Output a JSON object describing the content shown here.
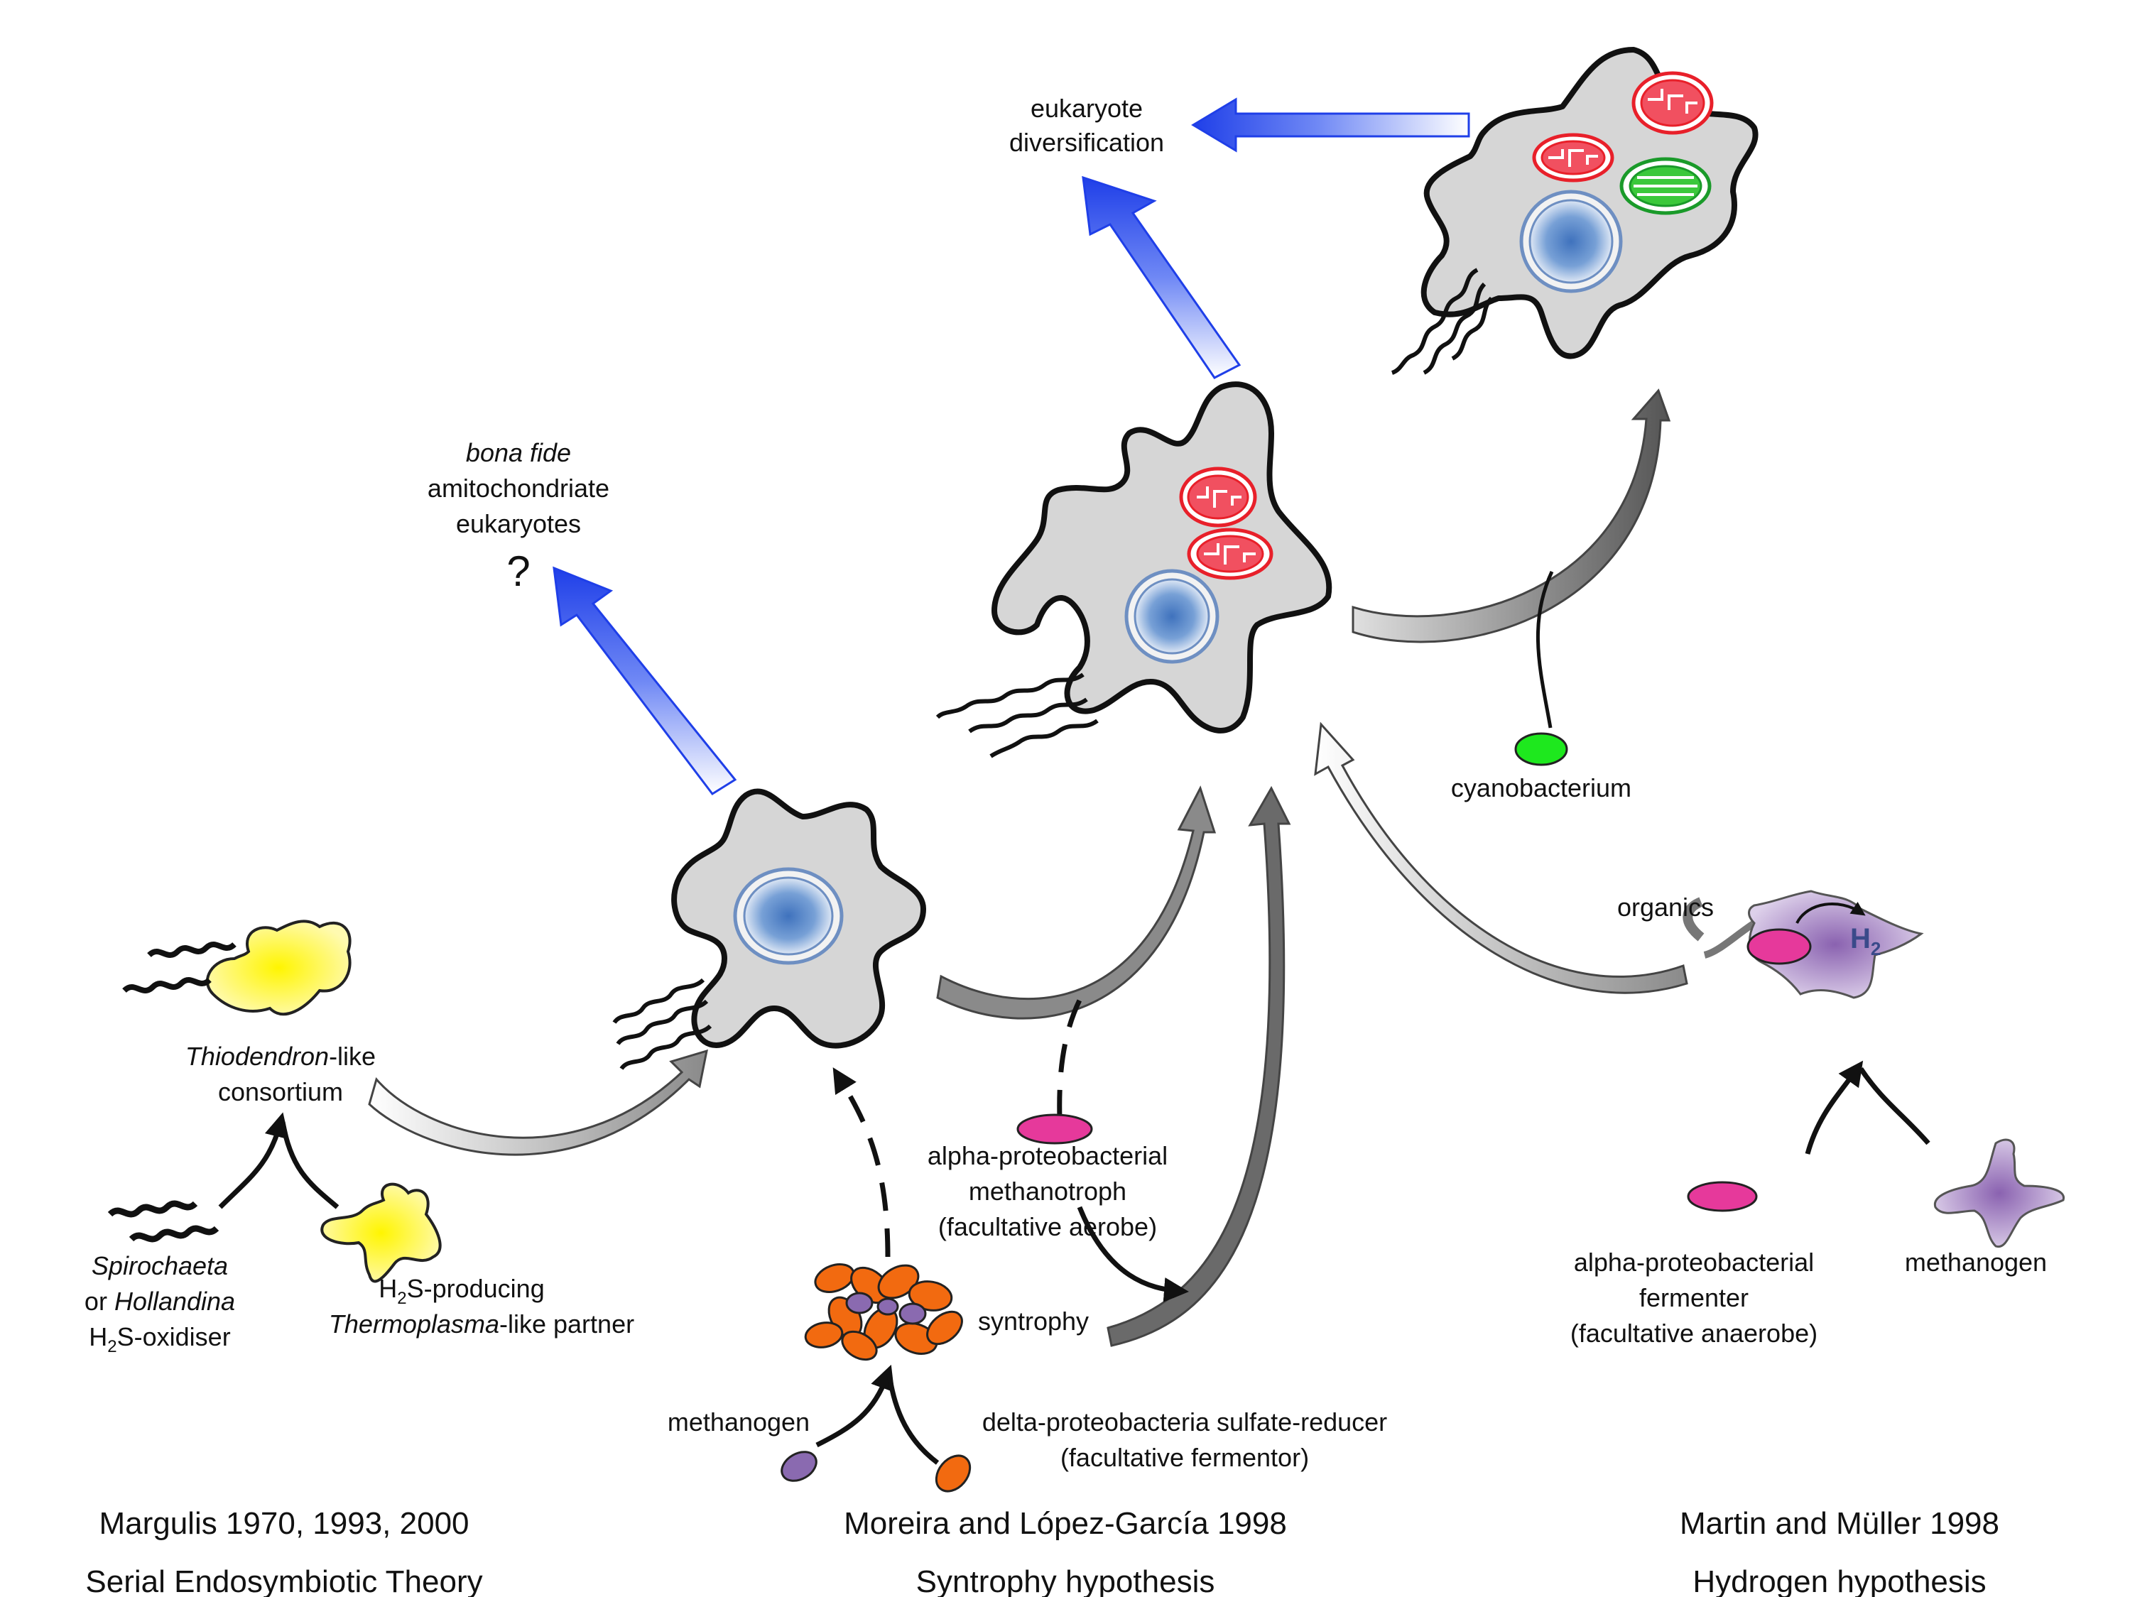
{
  "theories": {
    "serial": {
      "citation": "Margulis 1970, 1993, 2000",
      "name": "Serial Endosymbiotic Theory"
    },
    "syntrophy": {
      "citation": "Moreira and López-García 1998",
      "name": "Syntrophy hypothesis"
    },
    "hydrogen": {
      "citation": "Martin and Müller 1998",
      "name": "Hydrogen hypothesis"
    }
  },
  "labels": {
    "eukaryote_div_1": "eukaryote",
    "eukaryote_div_2": "diversification",
    "bona_fide": "bona fide",
    "amito_1": "amitochondriate",
    "amito_2": "eukaryotes",
    "question": "?",
    "cyanobacterium": "cyanobacterium",
    "organics": "organics",
    "h2_text": "H",
    "h2_sub": "2",
    "thiodendron_italic": "Thiodendron",
    "thiodendron_rest": "-like",
    "consortium": "consortium",
    "spirochaeta": "Spirochaeta",
    "or_prefix": "or ",
    "hollandina": "Hollandina",
    "h2s_oxidiser_h": "H",
    "h2s_oxidiser_sub": "2",
    "h2s_oxidiser_rest": "S-oxidiser",
    "h2s_producing_h": "H",
    "h2s_producing_sub": "2",
    "h2s_producing_rest": "S-producing",
    "thermoplasma_italic": "Thermoplasma",
    "thermoplasma_rest": "-like partner",
    "alpha_meth_1": "alpha-proteobacterial",
    "alpha_meth_2": "methanotroph",
    "alpha_meth_3": "(facultative aerobe)",
    "syntrophy": "syntrophy",
    "methanogen_left": "methanogen",
    "delta_1": "delta-proteobacteria sulfate-reducer",
    "delta_2": "(facultative fermentor)",
    "alpha_ferm_1": "alpha-proteobacterial",
    "alpha_ferm_2": "fermenter",
    "alpha_ferm_3": "(facultative anaerobe)",
    "methanogen_right": "methanogen"
  },
  "colors": {
    "cell_fill": "#d6d6d6",
    "mitochondrion": "#e8202a",
    "chloroplast": "#1a9a2a",
    "nucleus": "#4a7fc0",
    "blue_arrow": "#1f3fe8",
    "alpha_pink": "#e6399b",
    "cyano_green": "#1ee81e",
    "methanogen_purple": "#8a6ab0",
    "sulfate_orange": "#f26a10",
    "yellow": "#fff030"
  }
}
